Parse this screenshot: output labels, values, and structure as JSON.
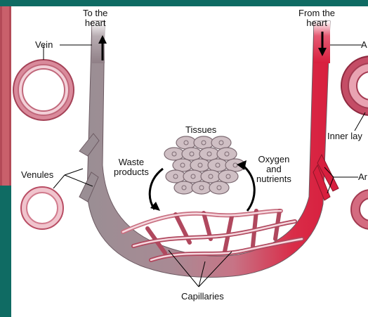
{
  "labels": {
    "to_heart": "To the\nheart",
    "from_heart": "From the\nheart",
    "vein": "Vein",
    "artery_partial": "A",
    "inner_layer_partial": "Inner lay",
    "venules": "Venules",
    "arterioles_partial": "Ar",
    "tissues": "Tissues",
    "waste_products": "Waste\nproducts",
    "oxygen_nutrients": "Oxygen\nand\nnutrients",
    "capillaries": "Capillaries"
  },
  "colors": {
    "background": "#0f6b63",
    "panel": "#ffffff",
    "vein": "#8f7f86",
    "artery": "#d81f3e",
    "vessel_wall": "#e8a5b2",
    "cell_fill": "#cfbfc4"
  }
}
